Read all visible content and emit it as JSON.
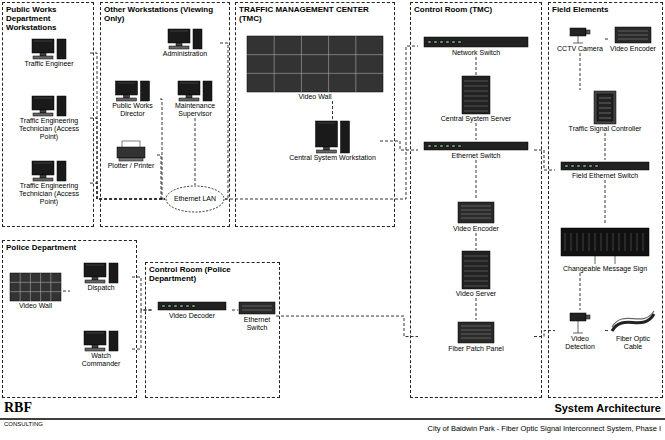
{
  "diagram": {
    "title": "System Architecture",
    "caption": "City of Baldwin Park - Fiber Optic Signal Interconnect System, Phase I",
    "nodes": [
      {
        "text": [
          "Public Works Department Workstations"
        ]
      },
      {
        "text": [
          "Traffic Engineer"
        ],
        "in": 0
      },
      {
        "text": [
          "Traffic Engineering Technician (Access Point)"
        ],
        "in": 0
      },
      {
        "text": [
          "Traffic Engineering Technician (Access Point)"
        ],
        "in": 0
      },
      {
        "text": [
          "Other Workstations (Viewing Only)"
        ]
      },
      {
        "text": [
          "Administration"
        ],
        "in": 4
      },
      {
        "text": [
          "Public Works Director"
        ],
        "in": 4
      },
      {
        "text": [
          "Maintenance Supervisor"
        ],
        "in": 4
      },
      {
        "text": [
          "Ethernet LAN"
        ],
        "in": 4
      },
      {
        "text": [
          "Plotter / Printer"
        ],
        "in": 4
      },
      {
        "text": [
          "TRAFFIC MANAGEMENT CENTER (TMC)"
        ]
      },
      {
        "text": [
          "Video Wall"
        ],
        "in": 10
      },
      {
        "text": [
          "Central System Workstation"
        ],
        "in": 10
      },
      {
        "text": [
          "Control Room (TMC)"
        ]
      },
      {
        "text": [
          "Network Switch"
        ],
        "in": 13
      },
      {
        "text": [
          "Central System Server"
        ],
        "in": 13
      },
      {
        "text": [
          "Ethernet Switch"
        ],
        "in": 13
      },
      {
        "text": [
          "Video Encoder"
        ],
        "in": 13
      },
      {
        "text": [
          "Video Server"
        ],
        "in": 13
      },
      {
        "text": [
          "Fiber Patch Panel"
        ],
        "in": 13
      },
      {
        "text": [
          "Field Elements"
        ]
      },
      {
        "text": [
          "CCTV Camera"
        ],
        "in": 20
      },
      {
        "text": [
          "Video Encoder"
        ],
        "in": 20
      },
      {
        "text": [
          "Traffic Signal Controller"
        ],
        "in": 20
      },
      {
        "text": [
          "Field Ethernet Switch"
        ],
        "in": 20
      },
      {
        "text": [
          "Changeable Message Sign"
        ],
        "in": 20
      },
      {
        "text": [
          "Video Detection"
        ],
        "in": 20
      },
      {
        "text": [
          "Fiber Optic Cable"
        ],
        "in": 20
      },
      {
        "text": [
          "Police Department"
        ]
      },
      {
        "text": [
          "Video Wall"
        ],
        "in": 28
      },
      {
        "text": [
          "Dispatch"
        ],
        "in": 28
      },
      {
        "text": [
          "Watch Commander"
        ],
        "in": 28
      },
      {
        "text": [
          "Control Room (Police Department)"
        ]
      },
      {
        "text": [
          "Video Decoder"
        ],
        "in": 32
      },
      {
        "text": [
          "Ethernet Switch"
        ],
        "in": 32
      }
    ],
    "edges": [
      {
        "from": 1,
        "to": 8,
        "arrow": "none"
      },
      {
        "from": 2,
        "to": 8,
        "arrow": "none"
      },
      {
        "from": 3,
        "to": 8,
        "arrow": "none"
      },
      {
        "from": 5,
        "to": 8,
        "arrow": "none"
      },
      {
        "from": 6,
        "to": 8,
        "arrow": "none"
      },
      {
        "from": 7,
        "to": 8,
        "arrow": "none"
      },
      {
        "from": 9,
        "to": 8,
        "arrow": "none"
      },
      {
        "from": 8,
        "to": 14,
        "arrow": "none"
      },
      {
        "from": 11,
        "to": 12,
        "arrow": "none"
      },
      {
        "from": 12,
        "to": 16,
        "arrow": "none"
      },
      {
        "from": 14,
        "to": 15,
        "arrow": "none"
      },
      {
        "from": 15,
        "to": 16,
        "arrow": "none"
      },
      {
        "from": 16,
        "to": 17,
        "arrow": "none"
      },
      {
        "from": 17,
        "to": 18,
        "arrow": "none"
      },
      {
        "from": 18,
        "to": 19,
        "arrow": "none"
      },
      {
        "from": 16,
        "to": 24,
        "arrow": "none"
      },
      {
        "from": 21,
        "to": 22,
        "arrow": "none"
      },
      {
        "from": 21,
        "to": 23,
        "arrow": "none"
      },
      {
        "from": 23,
        "to": 24,
        "arrow": "none"
      },
      {
        "from": 24,
        "to": 25,
        "arrow": "none"
      },
      {
        "from": 25,
        "to": 26,
        "arrow": "none"
      },
      {
        "from": 26,
        "to": 27,
        "arrow": "none"
      },
      {
        "from": 19,
        "to": 26,
        "arrow": "none"
      },
      {
        "from": 29,
        "to": 30,
        "arrow": "none"
      },
      {
        "from": 30,
        "to": 33,
        "arrow": "none"
      },
      {
        "from": 31,
        "to": 33,
        "arrow": "none"
      },
      {
        "from": 33,
        "to": 34,
        "arrow": "none"
      },
      {
        "from": 34,
        "to": 19,
        "arrow": "none"
      }
    ],
    "labels": [
      "RBF",
      "CONSULTING"
    ]
  }
}
